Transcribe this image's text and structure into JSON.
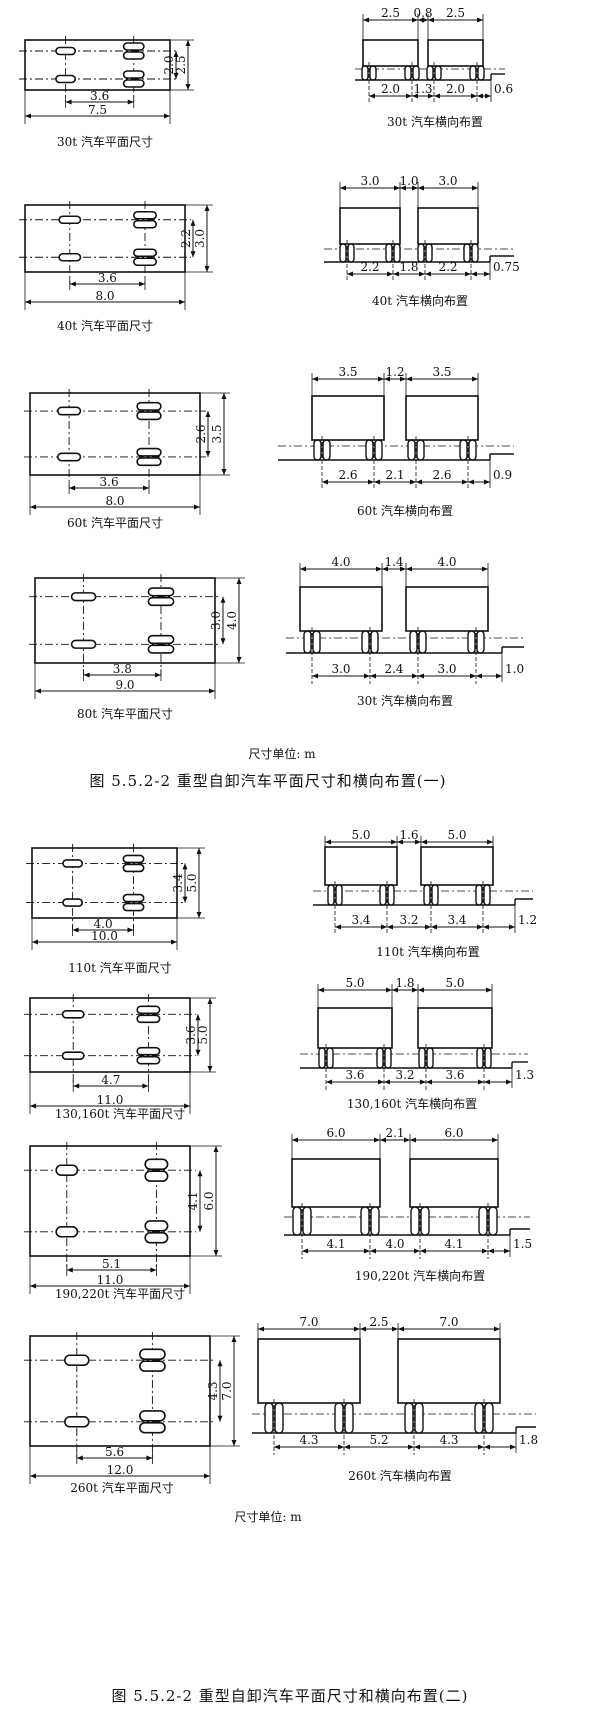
{
  "section1": {
    "units": "尺寸单位: m",
    "title": "图 5.5.2-2  重型自卸汽车平面尺寸和横向布置(一)",
    "trucks": [
      {
        "plan": {
          "caption": "30t  汽车平面尺寸",
          "axle": "3.6",
          "length": "7.5",
          "track": "2.0",
          "width": "2.5"
        },
        "layout": {
          "caption": "30t  汽车横向布置",
          "top": [
            "2.5",
            "0.8",
            "2.5"
          ],
          "bottom": [
            "2.0",
            "1.3",
            "2.0",
            "0.6"
          ]
        }
      },
      {
        "plan": {
          "caption": "40t  汽车平面尺寸",
          "axle": "3.6",
          "length": "8.0",
          "track": "2.2",
          "width": "3.0"
        },
        "layout": {
          "caption": "40t  汽车横向布置",
          "top": [
            "3.0",
            "1.0",
            "3.0"
          ],
          "bottom": [
            "2.2",
            "1.8",
            "2.2",
            "0.75"
          ]
        }
      },
      {
        "plan": {
          "caption": "60t  汽车平面尺寸",
          "axle": "3.6",
          "length": "8.0",
          "track": "2.6",
          "width": "3.5"
        },
        "layout": {
          "caption": "60t  汽车横向布置",
          "top": [
            "3.5",
            "1.2",
            "3.5"
          ],
          "bottom": [
            "2.6",
            "2.1",
            "2.6",
            "0.9"
          ]
        }
      },
      {
        "plan": {
          "caption": "80t  汽车平面尺寸",
          "axle": "3.8",
          "length": "9.0",
          "track": "3.0",
          "width": "4.0"
        },
        "layout": {
          "caption": "30t  汽车横向布置",
          "top": [
            "4.0",
            "1.4",
            "4.0"
          ],
          "bottom": [
            "3.0",
            "2.4",
            "3.0",
            "1.0"
          ]
        }
      }
    ]
  },
  "section2": {
    "units": "尺寸单位: m",
    "title": "图  5.5.2-2   重型自卸汽车平面尺寸和横向布置(二)",
    "trucks": [
      {
        "plan": {
          "caption": "110t  汽车平面尺寸",
          "axle": "4.0",
          "length": "10.0",
          "track": "3.4",
          "width": "5.0"
        },
        "layout": {
          "caption": "110t  汽车横向布置",
          "top": [
            "5.0",
            "1.6",
            "5.0"
          ],
          "bottom": [
            "3.4",
            "3.2",
            "3.4",
            "1.2"
          ]
        }
      },
      {
        "plan": {
          "caption": "130,160t  汽车平面尺寸",
          "axle": "4.7",
          "length": "11.0",
          "track": "3.6",
          "width": "5.0"
        },
        "layout": {
          "caption": "130,160t  汽车横向布置",
          "top": [
            "5.0",
            "1.8",
            "5.0"
          ],
          "bottom": [
            "3.6",
            "3.2",
            "3.6",
            "1.3"
          ]
        }
      },
      {
        "plan": {
          "caption": "190,220t  汽车平面尺寸",
          "axle": "5.1",
          "length": "11.0",
          "track": "4.1",
          "width": "6.0"
        },
        "layout": {
          "caption": "190,220t  汽车横向布置",
          "top": [
            "6.0",
            "2.1",
            "6.0"
          ],
          "bottom": [
            "4.1",
            "4.0",
            "4.1",
            "1.5"
          ]
        }
      },
      {
        "plan": {
          "caption": "260t  汽车平面尺寸",
          "axle": "5.6",
          "length": "12.0",
          "track": "4.3",
          "width": "7.0"
        },
        "layout": {
          "caption": "260t  汽车横向布置",
          "top": [
            "7.0",
            "2.5",
            "7.0"
          ],
          "bottom": [
            "4.3",
            "5.2",
            "4.3",
            "1.8"
          ]
        }
      }
    ]
  }
}
